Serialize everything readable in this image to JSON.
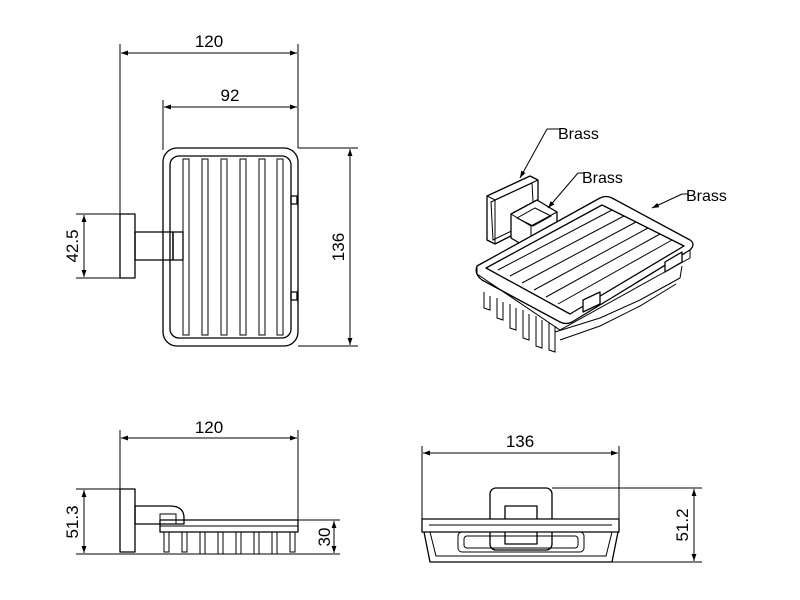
{
  "dimensions": {
    "top_width_overall": "120",
    "top_width_basket": "92",
    "top_height": "136",
    "top_mount_height": "42.5",
    "side_width": "120",
    "side_height": "51.3",
    "side_basket_height": "30",
    "front_width": "136",
    "front_height": "51.2"
  },
  "labels": {
    "material_1": "Brass",
    "material_2": "Brass",
    "material_3": "Brass"
  },
  "colors": {
    "line": "#000000",
    "background": "#ffffff"
  }
}
